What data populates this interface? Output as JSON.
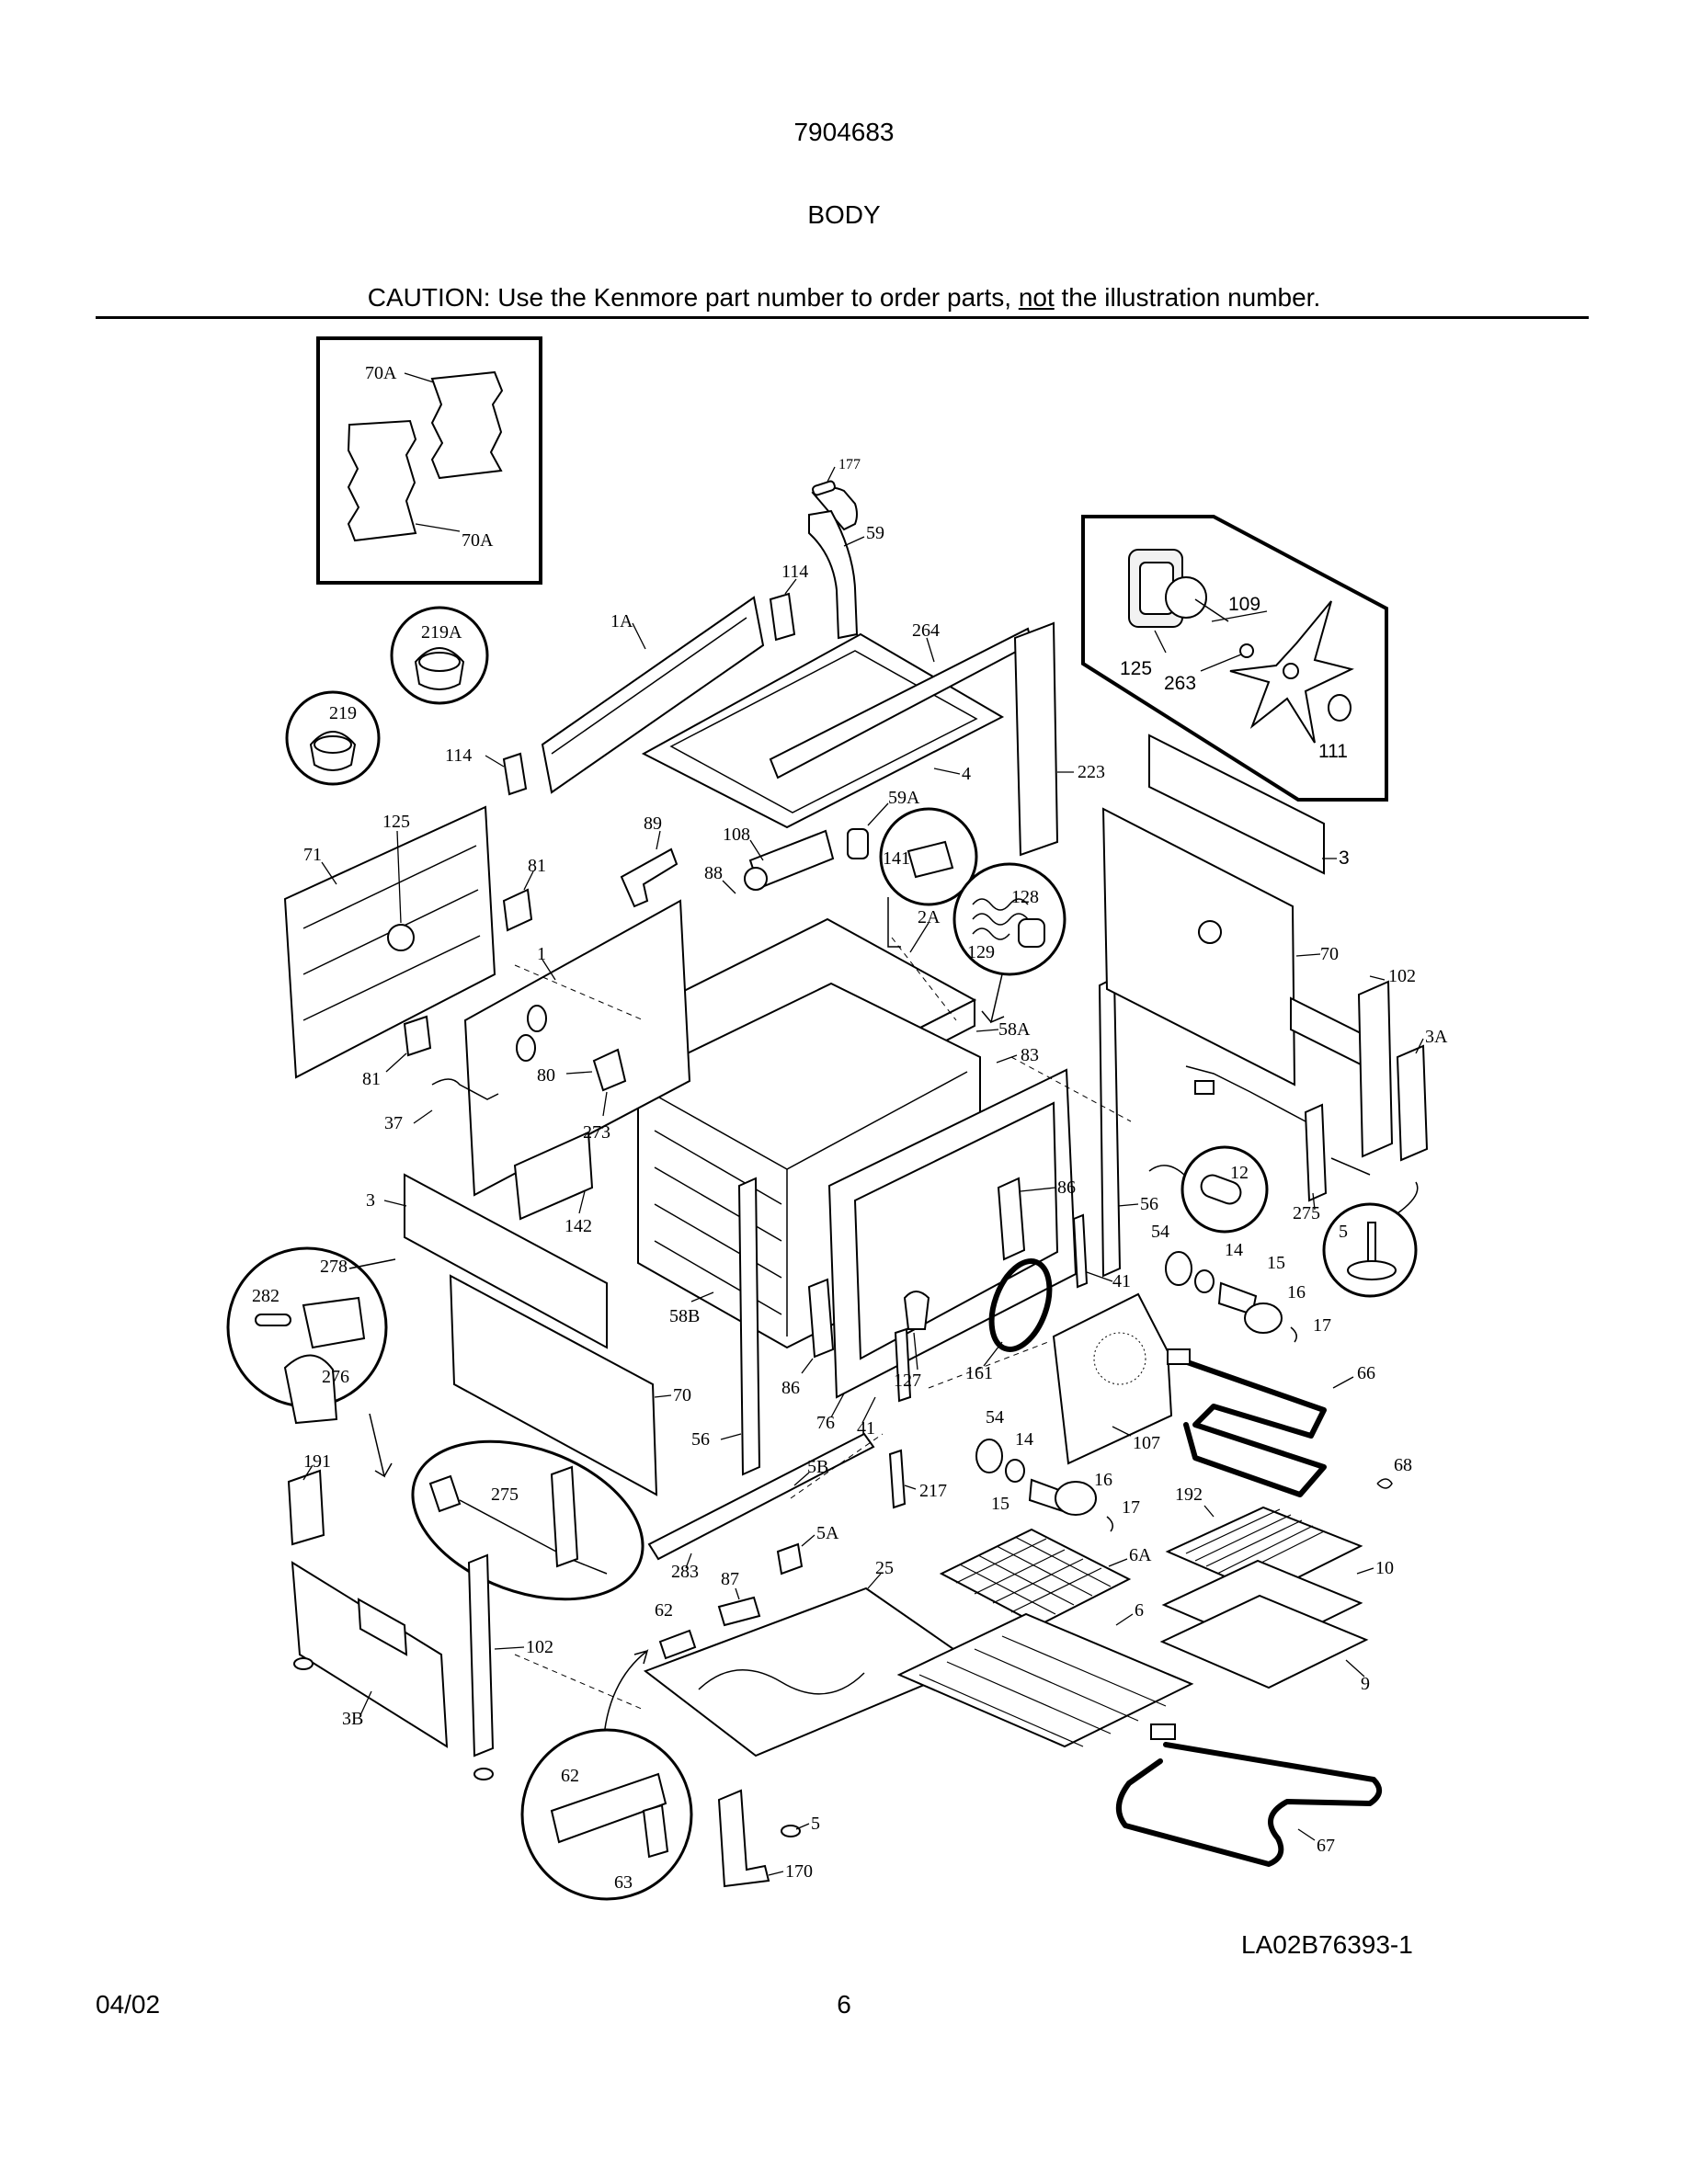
{
  "header": {
    "model_number": "7904683",
    "section_title": "BODY",
    "caution_prefix": "CAUTION: Use the Kenmore part number to order parts, ",
    "caution_emphasis": "not",
    "caution_suffix": " the illustration number."
  },
  "footer": {
    "date": "04/02",
    "page_number": "6",
    "drawing_number": "LA02B76393-1"
  },
  "callouts": {
    "c70A_top": "70A",
    "c70A_bot": "70A",
    "c177": "177",
    "c59": "59",
    "c114a": "114",
    "c264": "264",
    "c1A": "1A",
    "c219A": "219A",
    "c219": "219",
    "c114b": "114",
    "c4": "4",
    "c223": "223",
    "c59A": "59A",
    "c125a": "125",
    "c71": "71",
    "c89": "89",
    "c108": "108",
    "c81a": "81",
    "c88": "88",
    "c141": "141",
    "c128": "128",
    "c2A": "2A",
    "c129": "129",
    "c1": "1",
    "c70a": "70",
    "c102a": "102",
    "c3A": "3A",
    "c109": "109",
    "c125b": "125",
    "c263": "263",
    "c111": "111",
    "c3a": "3",
    "c81b": "81",
    "c80": "80",
    "c58A": "58A",
    "c37": "37",
    "c83": "83",
    "c273": "273",
    "c12": "12",
    "c86a": "86",
    "c56a": "56",
    "c275a": "275",
    "c3b": "3",
    "c142": "142",
    "c54a": "54",
    "c5a": "5",
    "c14a": "14",
    "c15a": "15",
    "c16a": "16",
    "c17a": "17",
    "c278": "278",
    "c282": "282",
    "c41a": "41",
    "c58B": "58B",
    "c276": "276",
    "c86b": "86",
    "c161": "161",
    "c127": "127",
    "c66": "66",
    "c70b": "70",
    "c56b": "56",
    "c76": "76",
    "c41b": "41",
    "c54b": "54",
    "c14b": "14",
    "c107": "107",
    "c68": "68",
    "c191": "191",
    "c275b": "275",
    "c5B": "5B",
    "c217": "217",
    "c16b": "16",
    "c15b": "15",
    "c17b": "17",
    "c192": "192",
    "c5A": "5A",
    "c283": "283",
    "c87": "87",
    "c25": "25",
    "c6A": "6A",
    "c10": "10",
    "c62a": "62",
    "c6": "6",
    "c102b": "102",
    "c9": "9",
    "c3B": "3B",
    "c62b": "62",
    "c5b": "5",
    "c63": "63",
    "c170": "170",
    "c67": "67"
  }
}
